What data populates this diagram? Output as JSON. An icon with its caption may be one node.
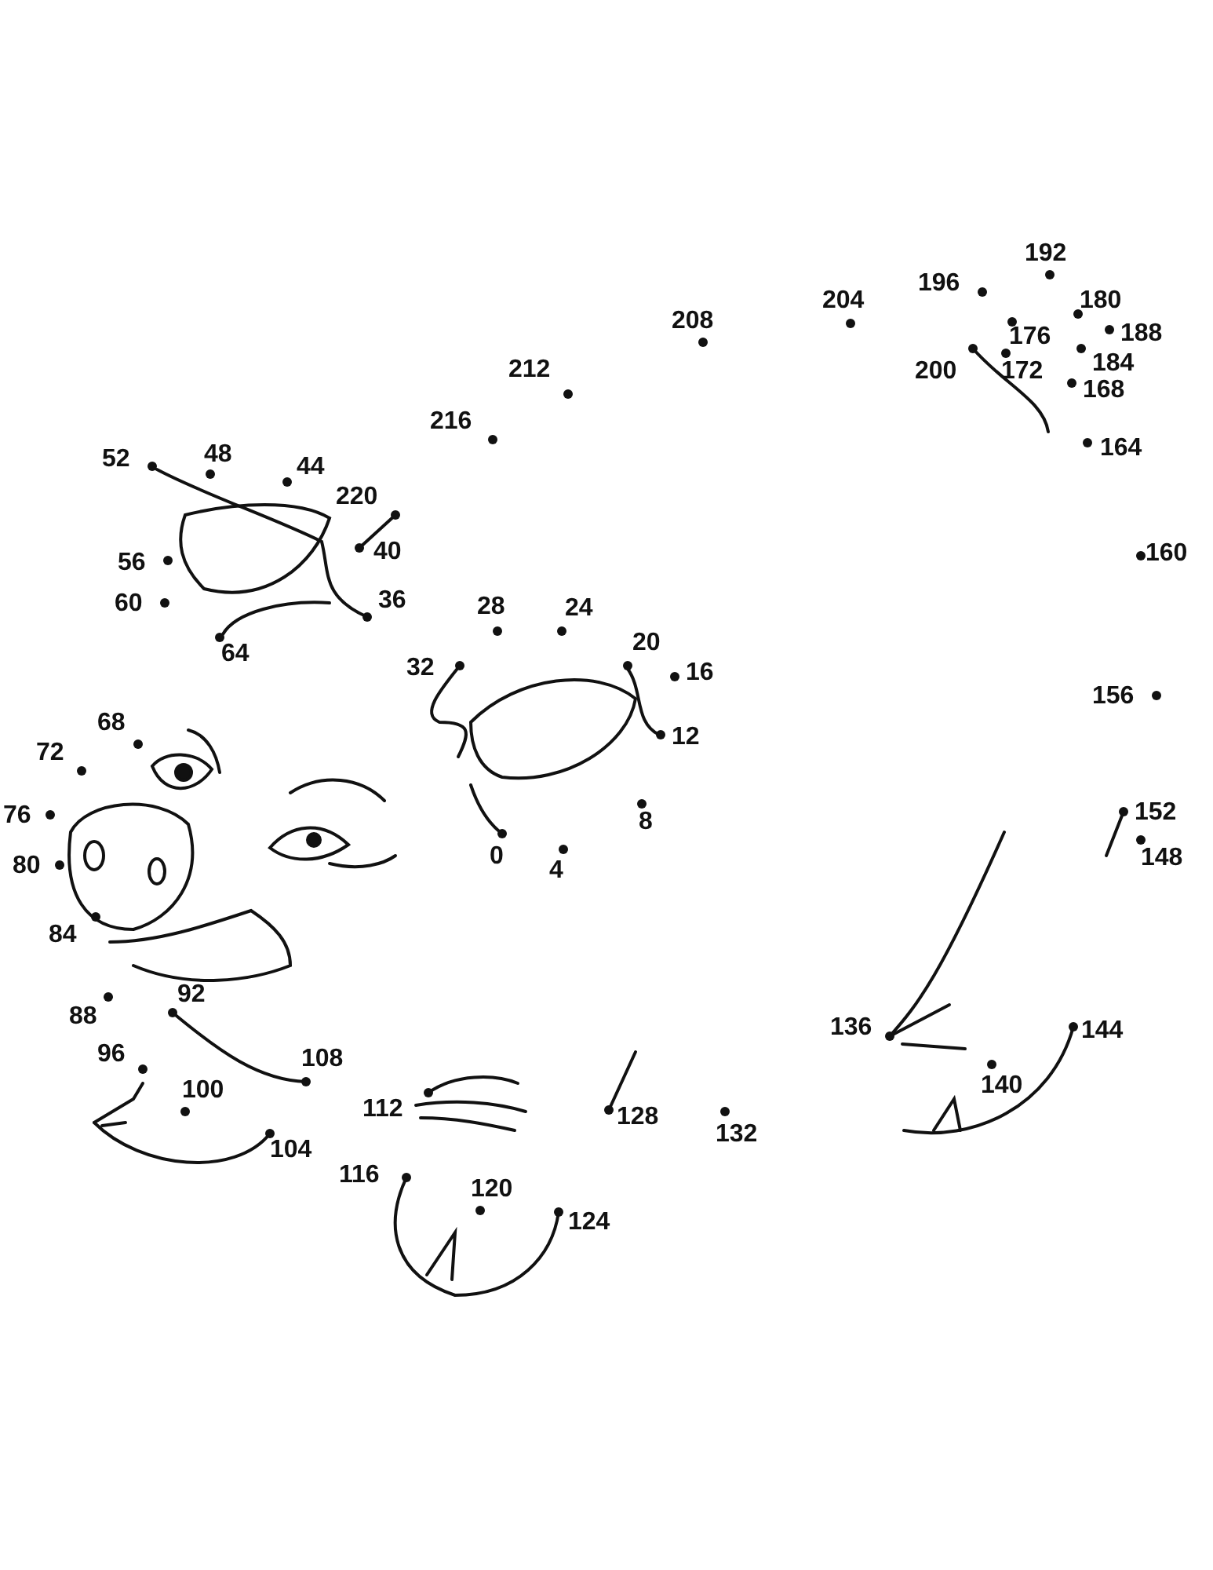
{
  "diagram": {
    "labels": [
      "0",
      "4",
      "8",
      "12",
      "16",
      "20",
      "24",
      "28",
      "32",
      "36",
      "40",
      "44",
      "48",
      "52",
      "56",
      "60",
      "64",
      "68",
      "72",
      "76",
      "80",
      "84",
      "88",
      "92",
      "96",
      "100",
      "104",
      "108",
      "112",
      "116",
      "120",
      "124",
      "128",
      "132",
      "136",
      "140",
      "144",
      "148",
      "152",
      "156",
      "160",
      "164",
      "168",
      "172",
      "176",
      "180",
      "184",
      "188",
      "192",
      "196",
      "200",
      "204",
      "208",
      "212",
      "216",
      "220"
    ]
  }
}
